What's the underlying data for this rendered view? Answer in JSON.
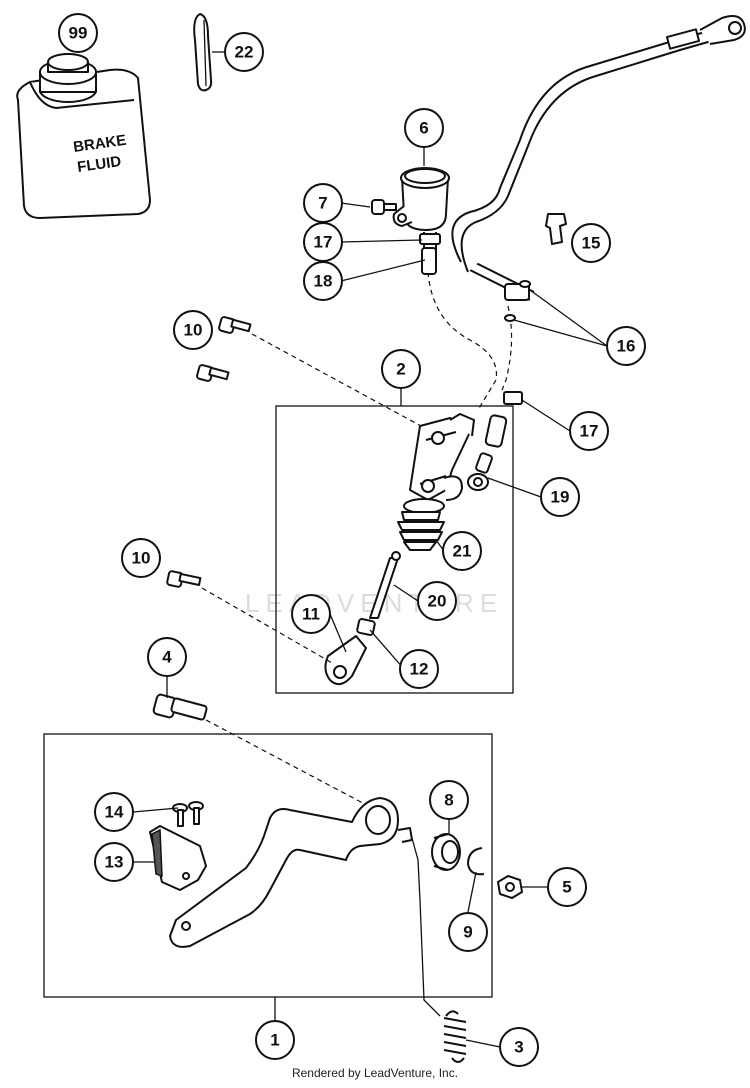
{
  "bottle": {
    "line1": "BRAKE",
    "line2": "FLUID"
  },
  "watermark": "LEADVENTURE",
  "footer": "Rendered by LeadVenture, Inc.",
  "callouts": [
    {
      "id": "c99",
      "label": "99"
    },
    {
      "id": "c22",
      "label": "22"
    },
    {
      "id": "c6",
      "label": "6"
    },
    {
      "id": "c7",
      "label": "7"
    },
    {
      "id": "c17a",
      "label": "17"
    },
    {
      "id": "c18",
      "label": "18"
    },
    {
      "id": "c15",
      "label": "15"
    },
    {
      "id": "c16",
      "label": "16"
    },
    {
      "id": "c10a",
      "label": "10"
    },
    {
      "id": "c2",
      "label": "2"
    },
    {
      "id": "c17b",
      "label": "17"
    },
    {
      "id": "c19",
      "label": "19"
    },
    {
      "id": "c21",
      "label": "21"
    },
    {
      "id": "c10b",
      "label": "10"
    },
    {
      "id": "c20",
      "label": "20"
    },
    {
      "id": "c11",
      "label": "11"
    },
    {
      "id": "c12",
      "label": "12"
    },
    {
      "id": "c4",
      "label": "4"
    },
    {
      "id": "c8",
      "label": "8"
    },
    {
      "id": "c14",
      "label": "14"
    },
    {
      "id": "c13",
      "label": "13"
    },
    {
      "id": "c5",
      "label": "5"
    },
    {
      "id": "c9",
      "label": "9"
    },
    {
      "id": "c1",
      "label": "1"
    },
    {
      "id": "c3",
      "label": "3"
    }
  ]
}
